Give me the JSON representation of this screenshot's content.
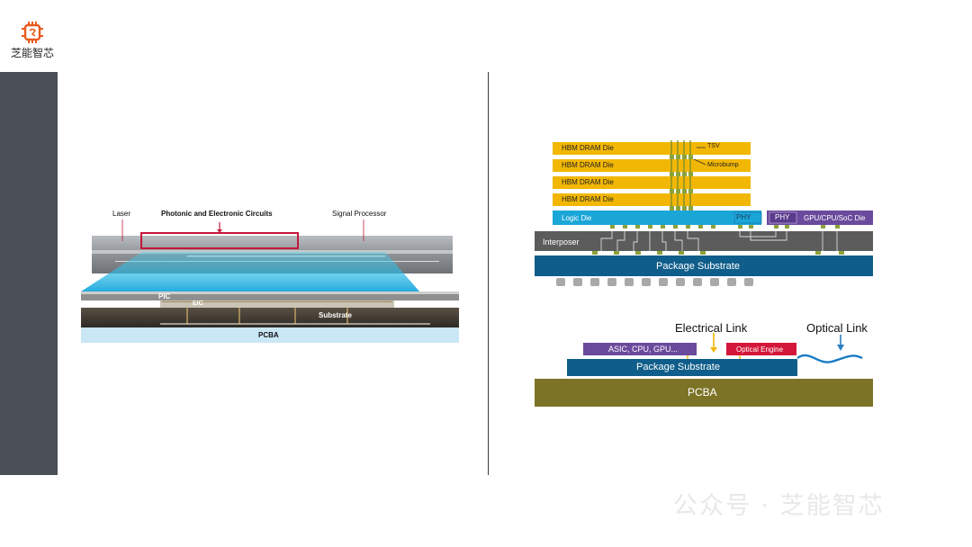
{
  "logo": {
    "text": "芝能智芯"
  },
  "watermark": {
    "text": "公众号 · 芝能智芯"
  },
  "left_diagram": {
    "label_laser": "Laser",
    "label_circuits": "Photonic and Electronic Circuits",
    "label_signal": "Signal Processor",
    "label_pic": "PIC",
    "label_eic": "EIC",
    "label_substrate": "Substrate",
    "label_pcba": "PCBA"
  },
  "right_top": {
    "hbm_dies": [
      "HBM DRAM Die",
      "HBM DRAM Die",
      "HBM DRAM Die",
      "HBM DRAM Die"
    ],
    "tsv": "TSV",
    "microbump": "Microbump",
    "logic_die": "Logic Die",
    "phy_left": "PHY",
    "phy_right": "PHY",
    "soc_die": "GPU/CPU/SoC Die",
    "interposer": "Interposer",
    "package_substrate": "Package Substrate"
  },
  "right_bottom": {
    "electrical_link": "Electrical Link",
    "optical_link": "Optical Link",
    "asic": "ASIC, CPU, GPU...",
    "optical_engine": "Optical Engine",
    "package_substrate": "Package Substrate",
    "pcba": "PCBA"
  },
  "colors": {
    "hbm": "#f2b705",
    "logic": "#1ba6d8",
    "soc": "#6a4a9c",
    "interposer": "#5c5c5c",
    "package": "#0f5d8a",
    "pcba": "#7d7326",
    "optical_engine": "#d3163a",
    "link_line": "#2a7fc0"
  }
}
